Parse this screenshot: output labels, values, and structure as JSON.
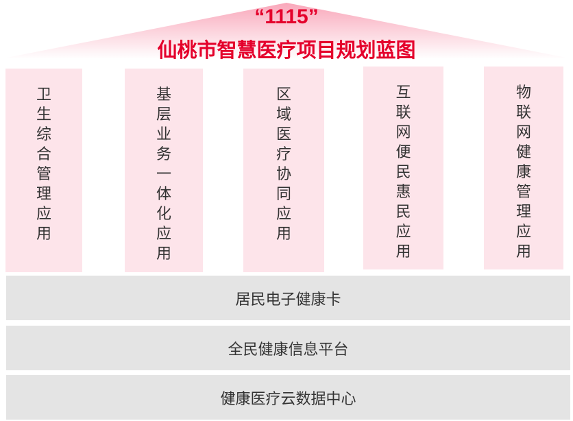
{
  "header": {
    "number": "“1115”",
    "title": "仙桃市智慧医疗项目规划蓝图"
  },
  "colors": {
    "title": "#e4002b",
    "column_bg": "#fde4ea",
    "bar_bg": "#e4e4e4"
  },
  "columns": [
    {
      "label": "卫生综合管理应用"
    },
    {
      "label": "基层业务一体化应用"
    },
    {
      "label": "区域医疗协同应用"
    },
    {
      "label": "互联网便民惠民应用"
    },
    {
      "label": "物联网健康管理应用"
    }
  ],
  "layers": [
    {
      "label": "居民电子健康卡"
    },
    {
      "label": "全民健康信息平台"
    },
    {
      "label": "健康医疗云数据中心"
    }
  ]
}
